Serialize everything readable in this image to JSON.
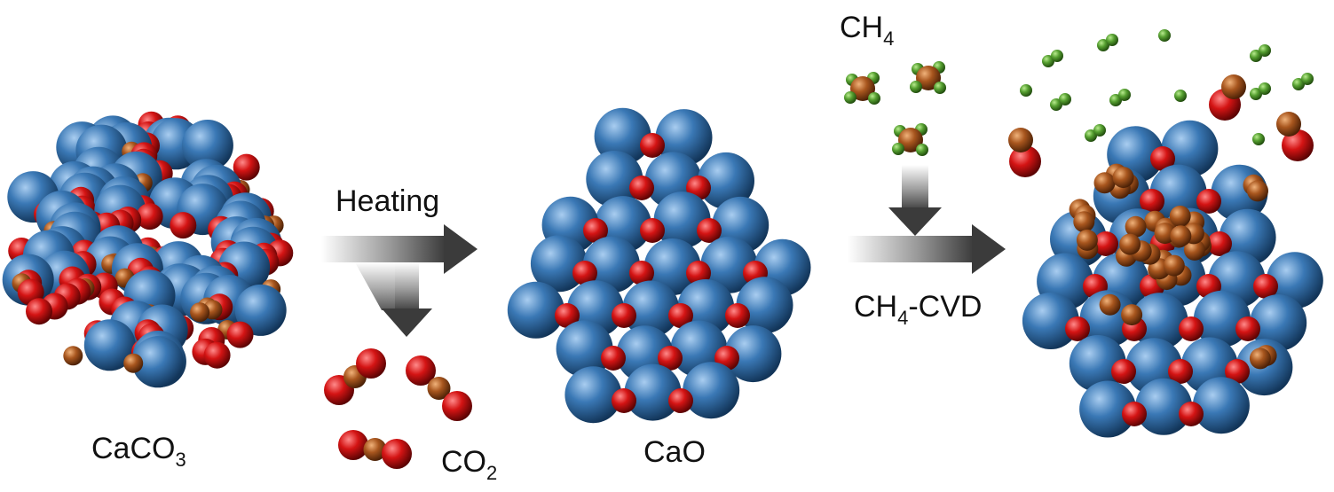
{
  "labels": {
    "caco3": {
      "main": "CaCO",
      "sub": "3"
    },
    "heating": "Heating",
    "co2": {
      "main": "CO",
      "sub": "2"
    },
    "cao": "CaO",
    "ch4_top": {
      "main": "CH",
      "sub": "4"
    },
    "cvd": {
      "main": "CH",
      "sub": "4",
      "rest": "-CVD"
    }
  },
  "colors": {
    "calcium": "#3a78b5",
    "oxygen": "#d41414",
    "carbon": "#a8561e",
    "hydrogen": "#56a031",
    "arrow": "#4a4a4a",
    "text": "#111111"
  }
}
